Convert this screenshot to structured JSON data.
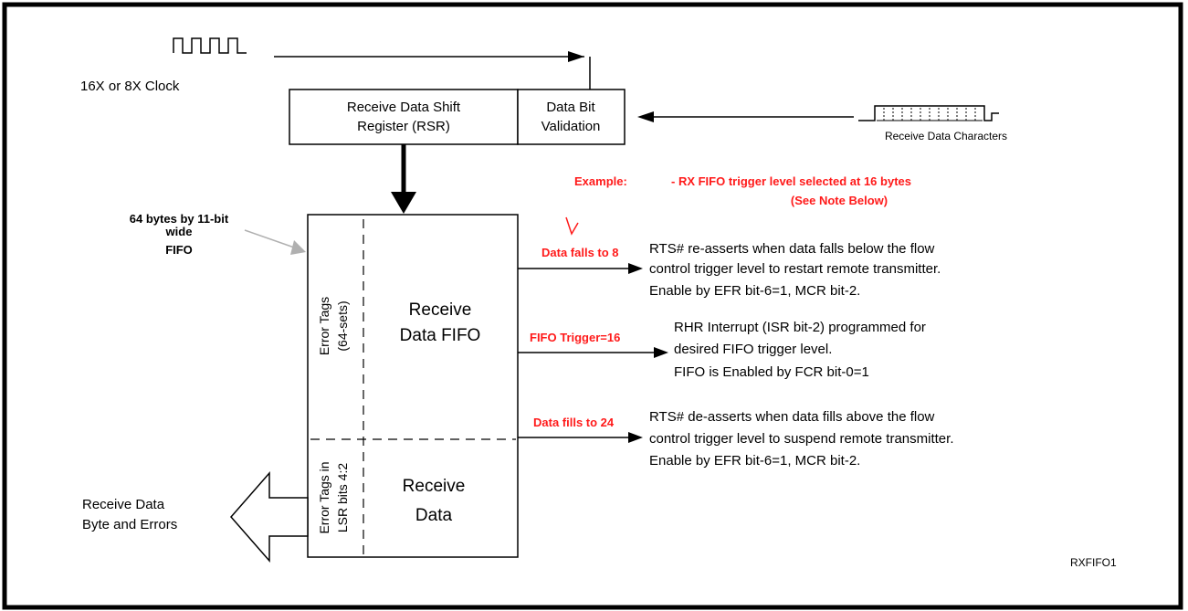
{
  "clock": {
    "label": "16X or 8X Clock"
  },
  "rsr": {
    "line1": "Receive Data Shift",
    "line2": "Register (RSR)"
  },
  "validation": {
    "line1": "Data Bit",
    "line2": "Validation"
  },
  "input": {
    "label": "Receive Data Characters"
  },
  "example": {
    "heading": "Example:",
    "line1": "- RX FIFO trigger level selected at 16 bytes",
    "line2": "(See Note Below)"
  },
  "fifo_label": {
    "line1": "64 bytes by 11-bit",
    "line2": "wide",
    "line3": "FIFO"
  },
  "fifo": {
    "error_tags_top_1": "Error Tags",
    "error_tags_top_2": "(64-sets)",
    "main_1": "Receive",
    "main_2": "Data FIFO",
    "error_tags_bottom_1": "Error Tags in",
    "error_tags_bottom_2": "LSR bits 4:2",
    "bottom_1": "Receive",
    "bottom_2": "Data"
  },
  "arrows": {
    "falls": "Data falls to 8",
    "trigger": "FIFO Trigger=16",
    "fills": "Data fills to 24"
  },
  "notes": {
    "falls": [
      "RTS# re-asserts when data falls below the flow",
      "control trigger level to restart remote transmitter.",
      "Enable by EFR bit-6=1, MCR bit-2."
    ],
    "trigger": [
      "RHR Interrupt (ISR bit-2) programmed for",
      "desired FIFO trigger level.",
      "FIFO is Enabled by FCR bit-0=1"
    ],
    "fills": [
      "RTS# de-asserts when data fills above the flow",
      "control trigger level to suspend remote transmitter.",
      "Enable by EFR bit-6=1, MCR bit-2."
    ]
  },
  "output": {
    "line1": "Receive Data",
    "line2": "Byte and Errors"
  },
  "figure_id": "RXFIFO1",
  "colors": {
    "accent_red": "#ff1a1a",
    "line": "#000000",
    "pointer_grey": "#b0b0b0"
  }
}
